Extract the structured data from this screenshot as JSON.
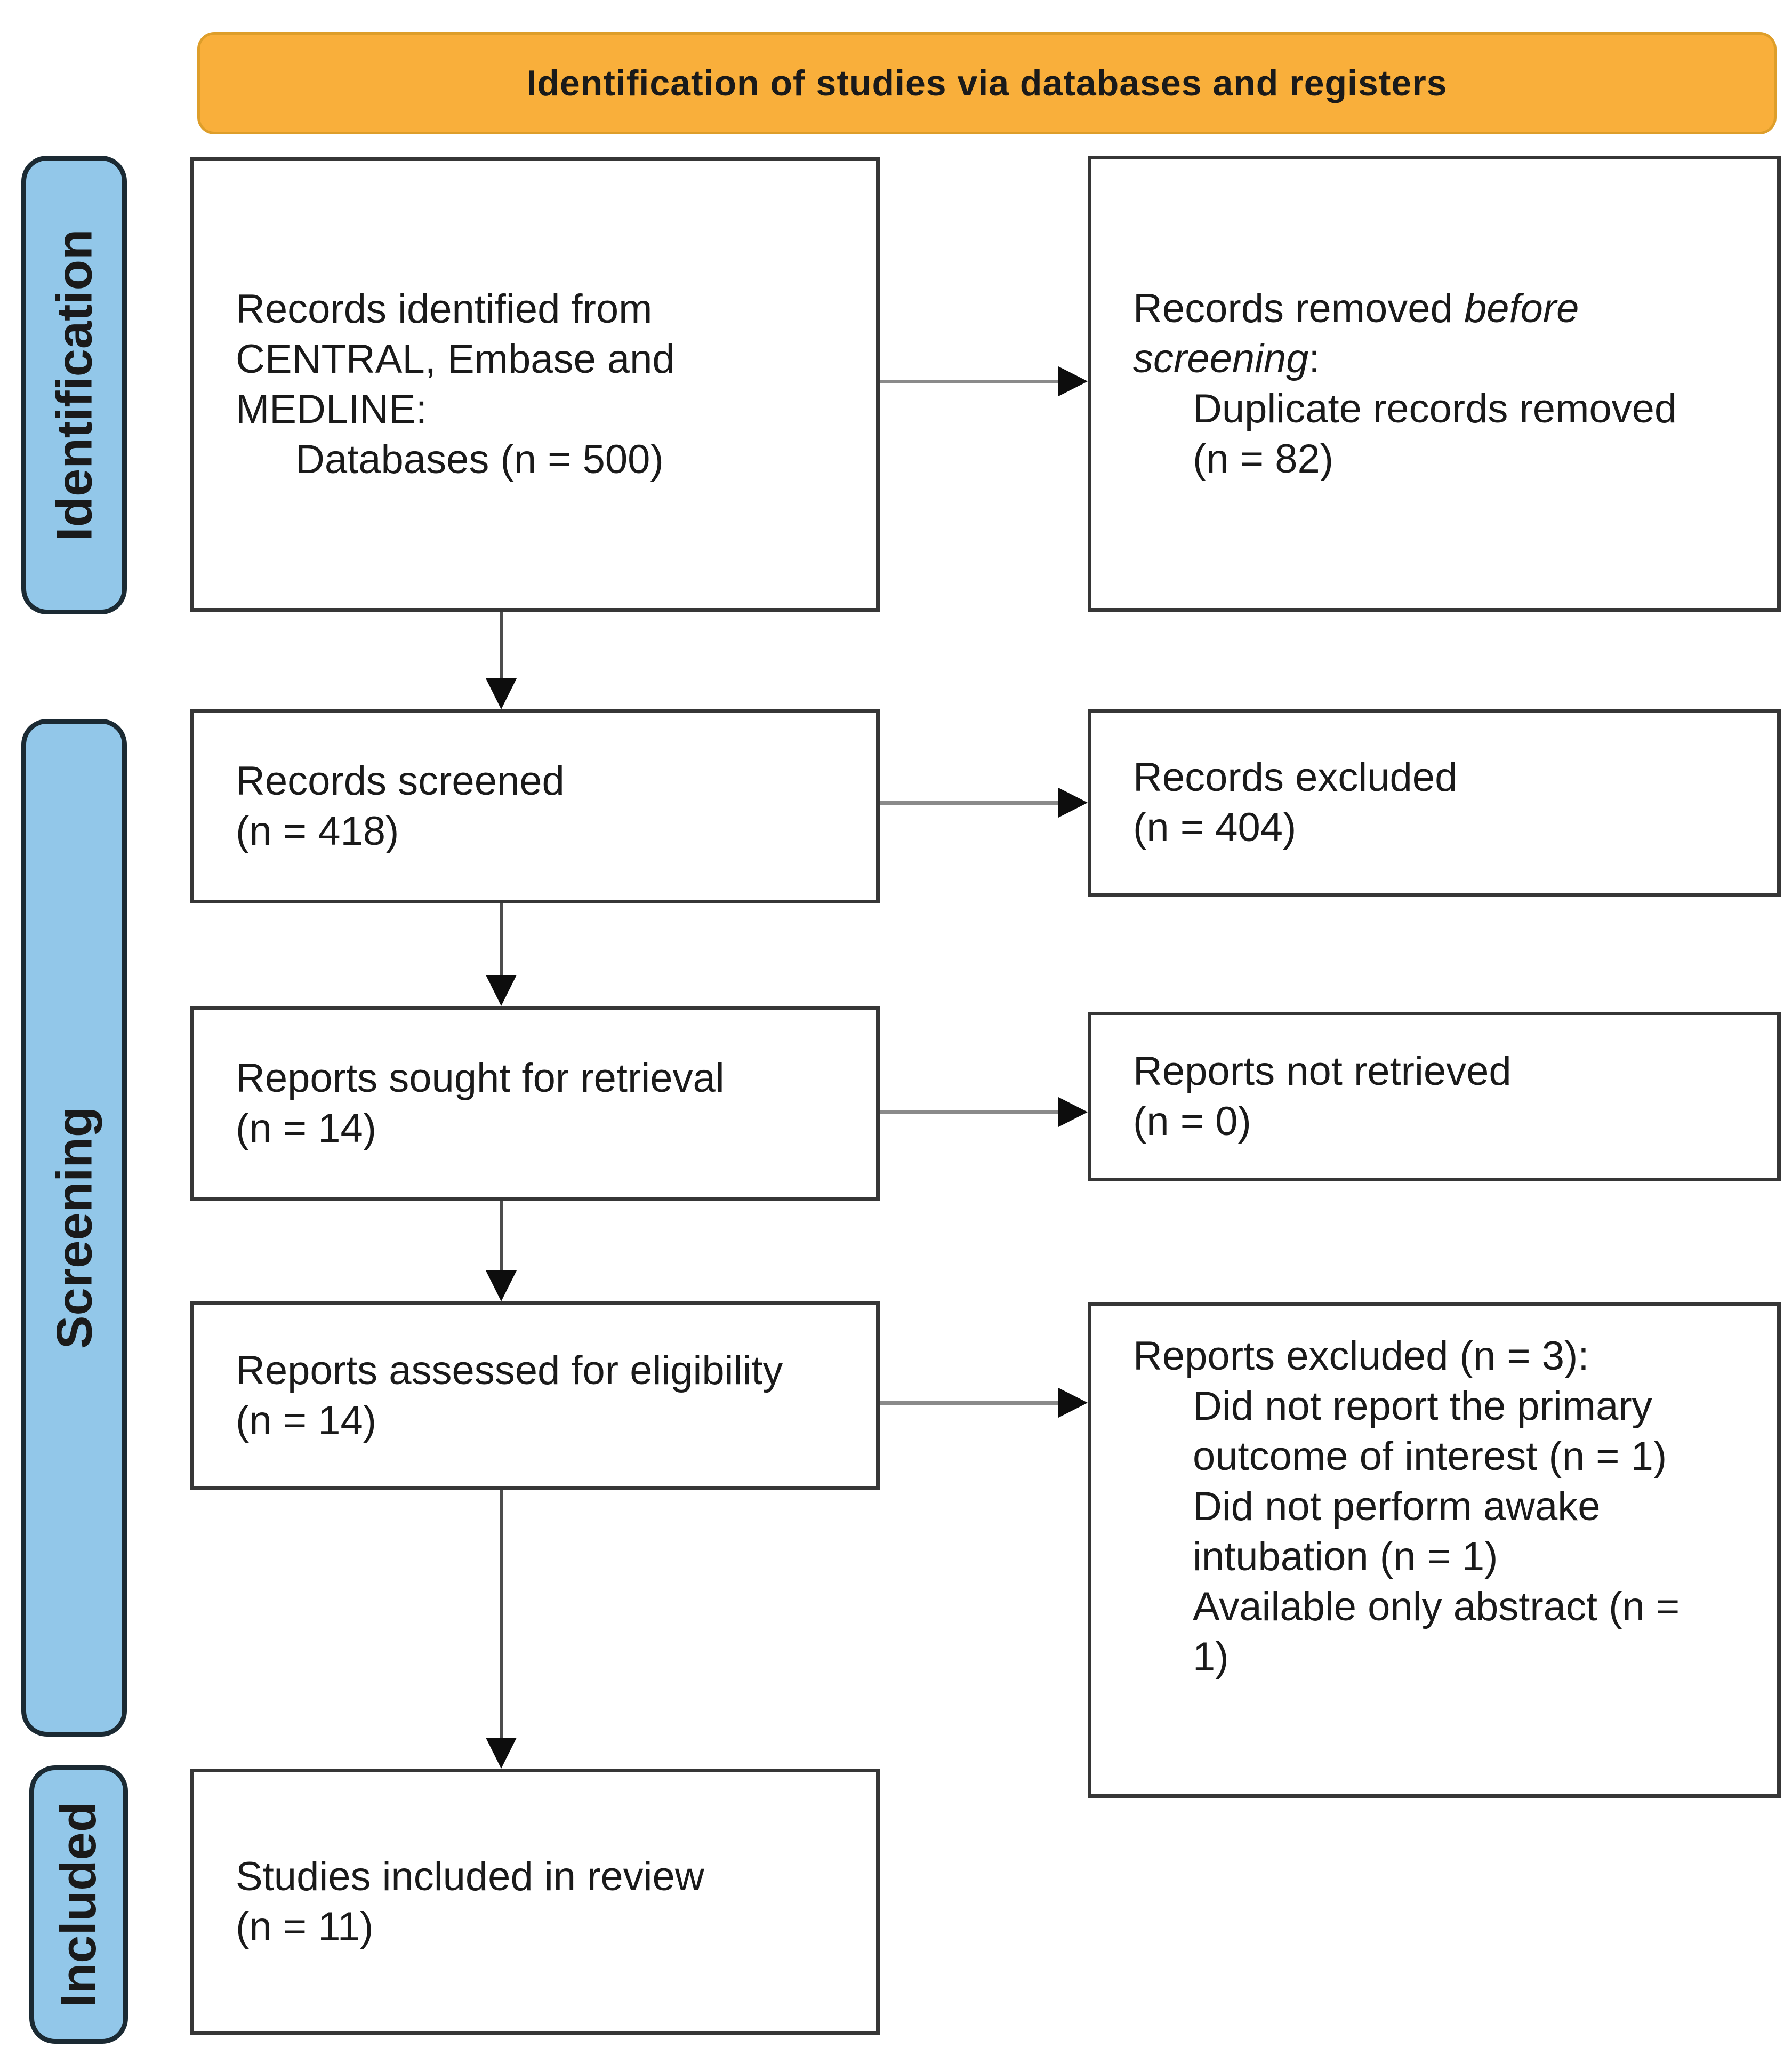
{
  "colors": {
    "page_bg": "#FFFFFF",
    "banner_bg": "#F9AF3B",
    "banner_border": "#DE9E2A",
    "stage_bg": "#92C7E9",
    "stage_border": "#1B2A33",
    "box_bg": "#FFFFFF",
    "box_border": "#363636",
    "text": "#1A1A1A",
    "arrow_line_v": "#4D4D4D",
    "arrow_line_h": "#8A8A8A",
    "arrow_head": "#0D0D0D"
  },
  "banner": {
    "title": "Identification of studies via databases and registers"
  },
  "stages": {
    "identification": "Identification",
    "screening": "Screening",
    "included": "Included"
  },
  "boxes": {
    "records_identified": {
      "line1": "Records identified from",
      "line2": "CENTRAL, Embase and",
      "line3": "MEDLINE:",
      "indent1": "Databases (n = 500)"
    },
    "records_removed": {
      "line1_text": "Records removed",
      "line1_italic": "before",
      "line2_italic": "screening",
      "line2_text": ":",
      "indent1": "Duplicate records removed",
      "indent2": "(n = 82)"
    },
    "records_screened": {
      "line1": "Records screened",
      "line2": "(n = 418)"
    },
    "records_excluded": {
      "line1": "Records excluded",
      "line2": "(n = 404)"
    },
    "reports_sought": {
      "line1": "Reports sought for retrieval",
      "line2": "(n = 14)"
    },
    "reports_not_retrieved": {
      "line1": "Reports not retrieved",
      "line2": "(n = 0)"
    },
    "reports_assessed": {
      "line1": "Reports assessed for eligibility",
      "line2": "(n = 14)"
    },
    "reports_excluded": {
      "header": "Reports excluded (n = 3):",
      "reason1_line1": "Did not report the primary",
      "reason1_line2": "outcome of interest (n = 1)",
      "reason2_line1": "Did not perform awake",
      "reason2_line2": "intubation (n = 1)",
      "reason3_line1": "Available only abstract (n =",
      "reason3_line2": "1)"
    },
    "studies_included": {
      "line1": "Studies included in review",
      "line2": "(n = 11)"
    }
  }
}
